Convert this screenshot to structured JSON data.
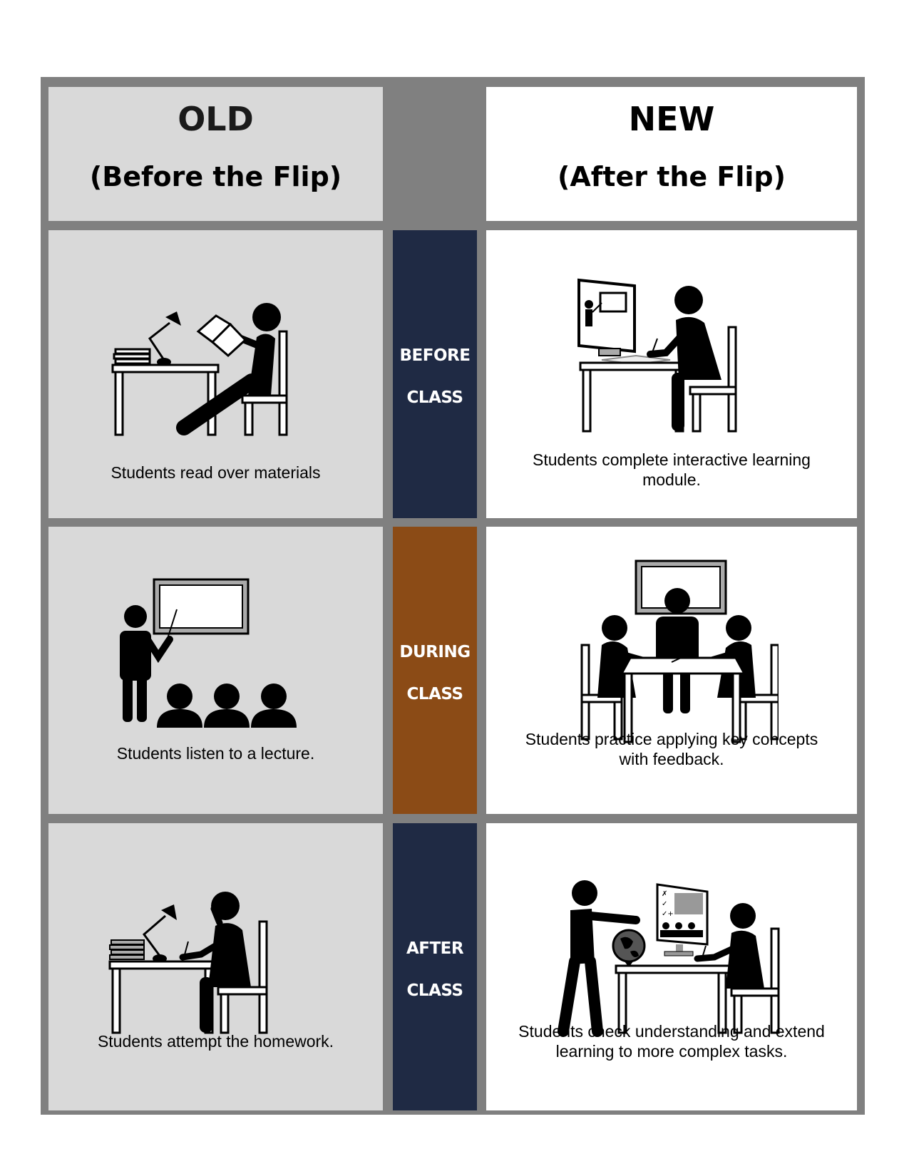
{
  "header": {
    "old_title": "OLD",
    "old_subtitle": "(Before the Flip)",
    "new_title": "NEW",
    "new_subtitle": "(After the Flip)"
  },
  "rows": [
    {
      "stage_line1": "BEFORE",
      "stage_line2": "CLASS",
      "stage_color": "#1f2a44",
      "old_caption": "Students read over materials",
      "new_caption_line1": "Students complete interactive learning",
      "new_caption_line2": "module."
    },
    {
      "stage_line1": "DURING",
      "stage_line2": "CLASS",
      "stage_color": "#8b4b16",
      "old_caption": "Students listen to a lecture.",
      "new_caption_line1": "Students practice applying key concepts",
      "new_caption_line2": "with feedback."
    },
    {
      "stage_line1": "AFTER",
      "stage_line2": "CLASS",
      "stage_color": "#1f2a44",
      "old_caption": "Students attempt the homework.",
      "new_caption_line1": "Students check understanding and extend",
      "new_caption_line2": "learning to more complex tasks."
    }
  ],
  "icons": {
    "reading": "student-reading-at-desk-icon",
    "elearning": "student-at-computer-module-icon",
    "lecture": "teacher-lecturing-students-icon",
    "group": "group-work-at-table-icon",
    "homework": "student-doing-homework-icon",
    "tutoring": "teacher-helping-student-icon"
  }
}
